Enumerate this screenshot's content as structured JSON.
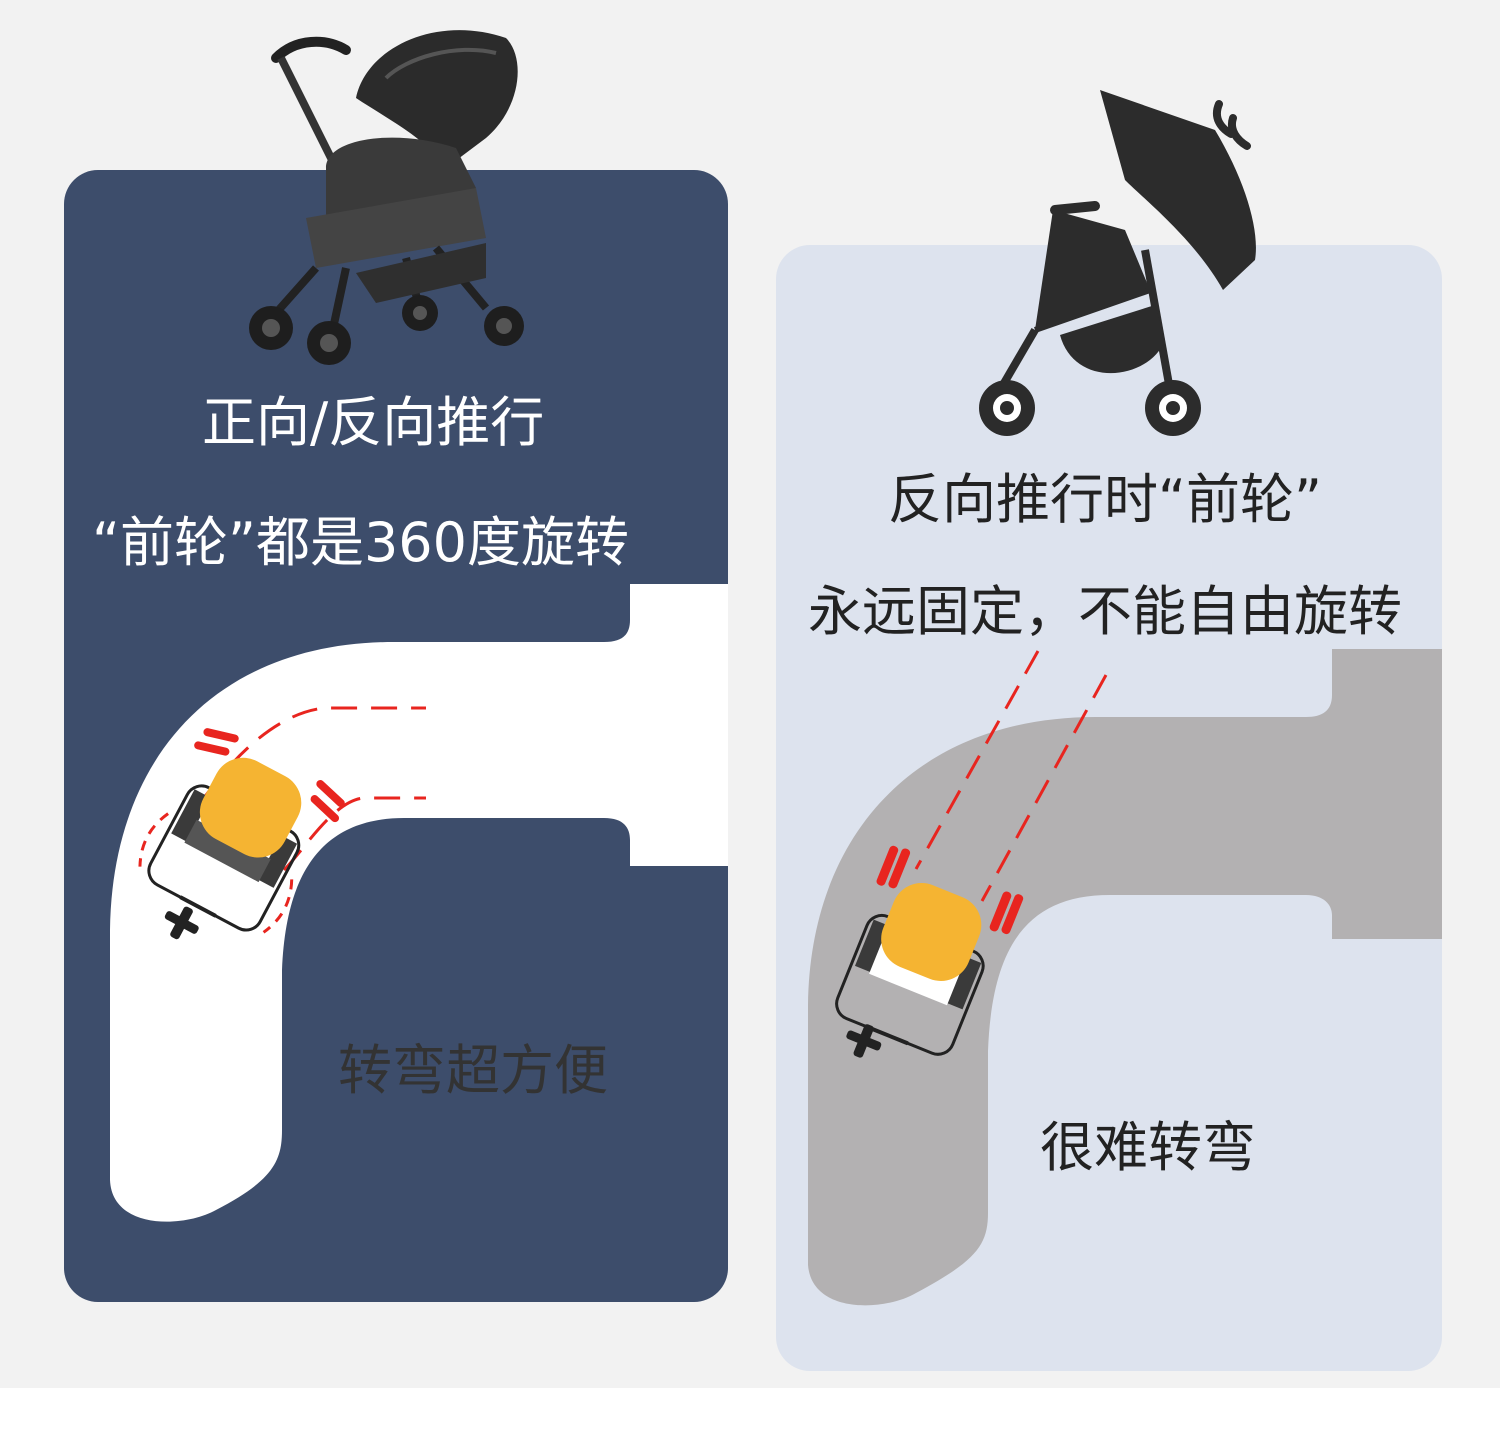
{
  "left_panel": {
    "title": "正向/反向推行",
    "subtitle": "“前轮”都是360度旋转",
    "caption": "转弯超方便",
    "panel_color": "#3d4d6b",
    "road_color": "#ffffff"
  },
  "right_panel": {
    "title": "反向推行时“前轮”",
    "subtitle": "永远固定，不能自由旋转",
    "caption": "很难转弯",
    "panel_color": "#dde3ee",
    "road_color": "#b3b1b2"
  },
  "accent_colors": {
    "wheel_red": "#e8251f",
    "seat_orange": "#f5b432"
  },
  "icons": [
    "stroller-photo-icon",
    "stroller-silhouette-icon",
    "top-view-stroller-icon"
  ]
}
